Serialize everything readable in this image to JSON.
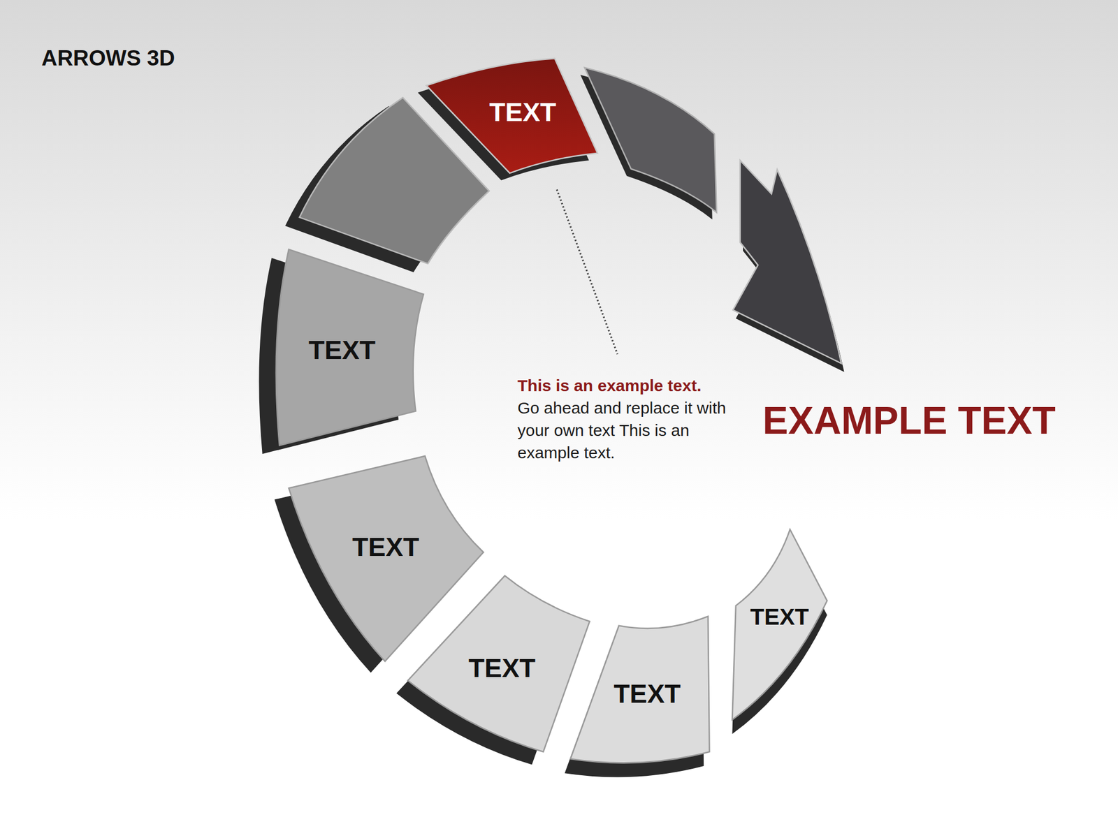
{
  "diagram": {
    "title": "ARROWS 3D",
    "nodes": [
      {
        "text": [
          "TEXT"
        ]
      },
      {
        "text": [
          "TEXT"
        ]
      },
      {
        "text": [
          "TEXT"
        ]
      },
      {
        "text": [
          "TEXT"
        ]
      },
      {
        "text": [
          "TEXT"
        ]
      },
      {
        "text": [
          "TEXT"
        ]
      }
    ],
    "labels": [
      "This is an example text.",
      "Go ahead and replace it with your own text This is an example text.",
      "EXAMPLE TEXT"
    ]
  }
}
